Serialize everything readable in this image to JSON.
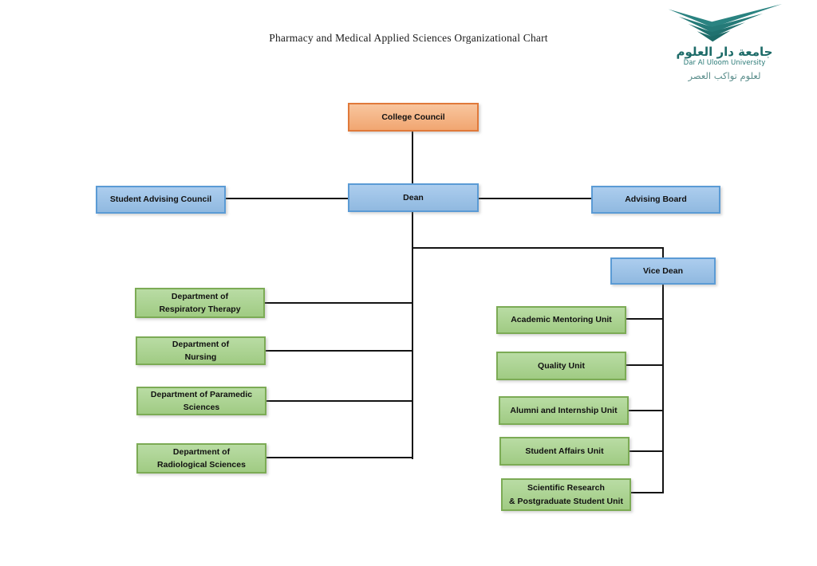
{
  "title": "Pharmacy and Medical Applied Sciences Organizational Chart",
  "logo": {
    "name_arabic": "جامعة دار العلوم",
    "name_english": "Dar Al Uloom University",
    "tagline_arabic": "لعلوم تواكب العصر",
    "brand_color": "#1d6b68",
    "icon": "chevron-bird-mark"
  },
  "colors": {
    "root_fill": "#f4b183",
    "root_border": "#e0793a",
    "admin_fill": "#9dc3e6",
    "admin_border": "#5b9bd5",
    "unit_fill": "#a9d18e",
    "unit_border": "#7cab55",
    "connector": "#141414"
  },
  "nodes": [
    {
      "id": "college-council",
      "label": "College Council",
      "color": "orange"
    },
    {
      "id": "student-advising-council",
      "label": "Student Advising Council",
      "color": "blue"
    },
    {
      "id": "dean",
      "label": "Dean",
      "color": "blue"
    },
    {
      "id": "advising-board",
      "label": "Advising Board",
      "color": "blue"
    },
    {
      "id": "vice-dean",
      "label": "Vice Dean",
      "color": "blue"
    },
    {
      "id": "dept-respiratory-therapy",
      "label": "Department of\nRespiratory Therapy",
      "color": "green"
    },
    {
      "id": "dept-nursing",
      "label": "Department of\nNursing",
      "color": "green"
    },
    {
      "id": "dept-paramedic-sciences",
      "label": "Department of Paramedic\nSciences",
      "color": "green"
    },
    {
      "id": "dept-radiological-sciences",
      "label": "Department of\nRadiological Sciences",
      "color": "green"
    },
    {
      "id": "unit-academic-mentoring",
      "label": "Academic Mentoring Unit",
      "color": "green"
    },
    {
      "id": "unit-quality",
      "label": "Quality Unit",
      "color": "green"
    },
    {
      "id": "unit-alumni-internship",
      "label": "Alumni and Internship Unit",
      "color": "green"
    },
    {
      "id": "unit-student-affairs",
      "label": "Student Affairs Unit",
      "color": "green"
    },
    {
      "id": "unit-scientific-research",
      "label": "Scientific Research\n& Postgraduate Student Unit",
      "color": "green"
    }
  ],
  "edges": [
    {
      "from": "college-council",
      "to": "dean"
    },
    {
      "from": "dean",
      "to": "student-advising-council"
    },
    {
      "from": "dean",
      "to": "advising-board"
    },
    {
      "from": "dean",
      "to": "vice-dean"
    },
    {
      "from": "dean",
      "to": "dept-respiratory-therapy"
    },
    {
      "from": "dean",
      "to": "dept-nursing"
    },
    {
      "from": "dean",
      "to": "dept-paramedic-sciences"
    },
    {
      "from": "dean",
      "to": "dept-radiological-sciences"
    },
    {
      "from": "vice-dean",
      "to": "unit-academic-mentoring"
    },
    {
      "from": "vice-dean",
      "to": "unit-quality"
    },
    {
      "from": "vice-dean",
      "to": "unit-alumni-internship"
    },
    {
      "from": "vice-dean",
      "to": "unit-student-affairs"
    },
    {
      "from": "vice-dean",
      "to": "unit-scientific-research"
    }
  ]
}
